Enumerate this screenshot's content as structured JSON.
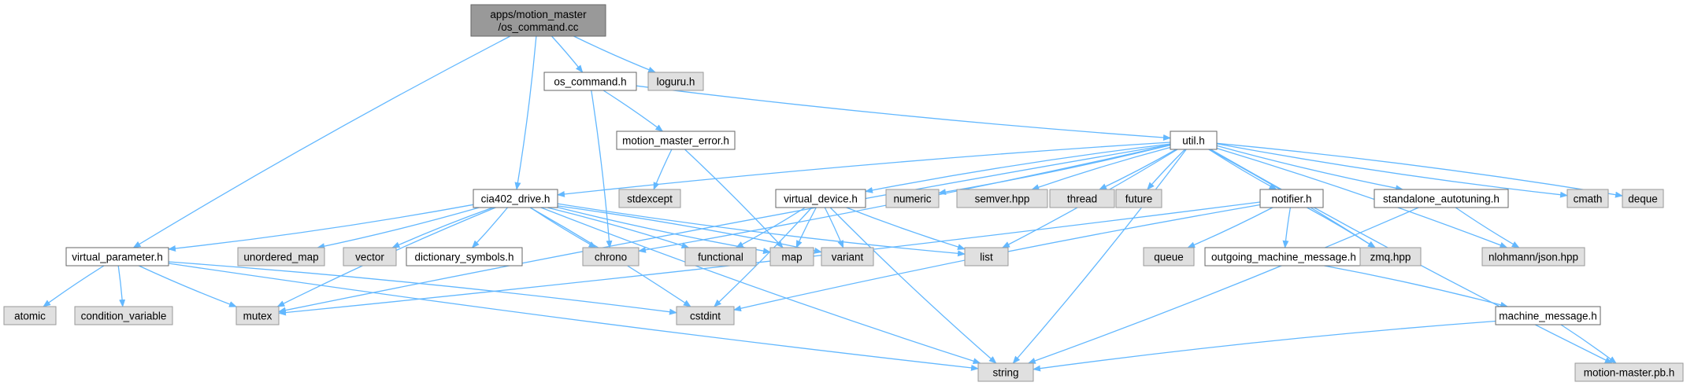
{
  "colors": {
    "edge": "#63b8ff",
    "root_fill": "#999999",
    "header_fill": "#ffffff",
    "system_fill": "#e0e0e0",
    "border": "#666666",
    "system_border": "#999999"
  },
  "nodes": [
    {
      "id": "root",
      "kind": "root",
      "lines": [
        "apps/motion_master",
        "/os_command.cc"
      ]
    },
    {
      "id": "os_command_h",
      "kind": "header",
      "lines": [
        "os_command.h"
      ]
    },
    {
      "id": "loguru_h",
      "kind": "system",
      "lines": [
        "loguru.h"
      ]
    },
    {
      "id": "motion_master_error_h",
      "kind": "header",
      "lines": [
        "motion_master_error.h"
      ]
    },
    {
      "id": "util_h",
      "kind": "header",
      "lines": [
        "util.h"
      ]
    },
    {
      "id": "cia402_drive_h",
      "kind": "header",
      "lines": [
        "cia402_drive.h"
      ]
    },
    {
      "id": "stdexcept",
      "kind": "system",
      "lines": [
        "stdexcept"
      ]
    },
    {
      "id": "virtual_device_h",
      "kind": "header",
      "lines": [
        "virtual_device.h"
      ]
    },
    {
      "id": "numeric",
      "kind": "system",
      "lines": [
        "numeric"
      ]
    },
    {
      "id": "semver_hpp",
      "kind": "system",
      "lines": [
        "semver.hpp"
      ]
    },
    {
      "id": "thread",
      "kind": "system",
      "lines": [
        "thread"
      ]
    },
    {
      "id": "future",
      "kind": "system",
      "lines": [
        "future"
      ]
    },
    {
      "id": "notifier_h",
      "kind": "header",
      "lines": [
        "notifier.h"
      ]
    },
    {
      "id": "standalone_autotuning_h",
      "kind": "header",
      "lines": [
        "standalone_autotuning.h"
      ]
    },
    {
      "id": "cmath",
      "kind": "system",
      "lines": [
        "cmath"
      ]
    },
    {
      "id": "deque",
      "kind": "system",
      "lines": [
        "deque"
      ]
    },
    {
      "id": "virtual_parameter_h",
      "kind": "header",
      "lines": [
        "virtual_parameter.h"
      ]
    },
    {
      "id": "unordered_map",
      "kind": "system",
      "lines": [
        "unordered_map"
      ]
    },
    {
      "id": "vector",
      "kind": "system",
      "lines": [
        "vector"
      ]
    },
    {
      "id": "dictionary_symbols_h",
      "kind": "header",
      "lines": [
        "dictionary_symbols.h"
      ]
    },
    {
      "id": "chrono",
      "kind": "system",
      "lines": [
        "chrono"
      ]
    },
    {
      "id": "functional",
      "kind": "system",
      "lines": [
        "functional"
      ]
    },
    {
      "id": "map",
      "kind": "system",
      "lines": [
        "map"
      ]
    },
    {
      "id": "variant",
      "kind": "system",
      "lines": [
        "variant"
      ]
    },
    {
      "id": "list",
      "kind": "system",
      "lines": [
        "list"
      ]
    },
    {
      "id": "queue",
      "kind": "system",
      "lines": [
        "queue"
      ]
    },
    {
      "id": "outgoing_machine_message_h",
      "kind": "header",
      "lines": [
        "outgoing_machine_message.h"
      ]
    },
    {
      "id": "zmq_hpp",
      "kind": "system",
      "lines": [
        "zmq.hpp"
      ]
    },
    {
      "id": "nlohmann_json_hpp",
      "kind": "system",
      "lines": [
        "nlohmann/json.hpp"
      ]
    },
    {
      "id": "atomic",
      "kind": "system",
      "lines": [
        "atomic"
      ]
    },
    {
      "id": "condition_variable",
      "kind": "system",
      "lines": [
        "condition_variable"
      ]
    },
    {
      "id": "mutex",
      "kind": "system",
      "lines": [
        "mutex"
      ]
    },
    {
      "id": "cstdint",
      "kind": "system",
      "lines": [
        "cstdint"
      ]
    },
    {
      "id": "machine_message_h",
      "kind": "header",
      "lines": [
        "machine_message.h"
      ]
    },
    {
      "id": "string",
      "kind": "system",
      "lines": [
        "string"
      ]
    },
    {
      "id": "motion_master_pb_h",
      "kind": "system",
      "lines": [
        "motion-master.pb.h"
      ]
    }
  ],
  "edges": [
    [
      "root",
      "os_command_h"
    ],
    [
      "root",
      "loguru_h"
    ],
    [
      "root",
      "cia402_drive_h"
    ],
    [
      "root",
      "virtual_parameter_h"
    ],
    [
      "os_command_h",
      "motion_master_error_h"
    ],
    [
      "os_command_h",
      "util_h"
    ],
    [
      "os_command_h",
      "chrono"
    ],
    [
      "motion_master_error_h",
      "stdexcept"
    ],
    [
      "motion_master_error_h",
      "map"
    ],
    [
      "util_h",
      "cia402_drive_h"
    ],
    [
      "util_h",
      "chrono"
    ],
    [
      "util_h",
      "virtual_device_h"
    ],
    [
      "util_h",
      "numeric"
    ],
    [
      "util_h",
      "semver_hpp"
    ],
    [
      "util_h",
      "thread"
    ],
    [
      "util_h",
      "future"
    ],
    [
      "util_h",
      "list"
    ],
    [
      "util_h",
      "mutex"
    ],
    [
      "util_h",
      "string"
    ],
    [
      "util_h",
      "notifier_h"
    ],
    [
      "util_h",
      "zmq_hpp"
    ],
    [
      "util_h",
      "standalone_autotuning_h"
    ],
    [
      "util_h",
      "nlohmann_json_hpp"
    ],
    [
      "util_h",
      "cmath"
    ],
    [
      "util_h",
      "deque"
    ],
    [
      "util_h",
      "motion_master_pb_h"
    ],
    [
      "cia402_drive_h",
      "virtual_parameter_h"
    ],
    [
      "cia402_drive_h",
      "mutex"
    ],
    [
      "cia402_drive_h",
      "unordered_map"
    ],
    [
      "cia402_drive_h",
      "vector"
    ],
    [
      "cia402_drive_h",
      "dictionary_symbols_h"
    ],
    [
      "cia402_drive_h",
      "chrono"
    ],
    [
      "cia402_drive_h",
      "functional"
    ],
    [
      "cia402_drive_h",
      "map"
    ],
    [
      "cia402_drive_h",
      "variant"
    ],
    [
      "cia402_drive_h",
      "list"
    ],
    [
      "cia402_drive_h",
      "cstdint"
    ],
    [
      "cia402_drive_h",
      "string"
    ],
    [
      "virtual_device_h",
      "functional"
    ],
    [
      "virtual_device_h",
      "map"
    ],
    [
      "virtual_device_h",
      "variant"
    ],
    [
      "virtual_device_h",
      "list"
    ],
    [
      "virtual_device_h",
      "cstdint"
    ],
    [
      "virtual_device_h",
      "string"
    ],
    [
      "notifier_h",
      "mutex"
    ],
    [
      "notifier_h",
      "cstdint"
    ],
    [
      "notifier_h",
      "queue"
    ],
    [
      "notifier_h",
      "outgoing_machine_message_h"
    ],
    [
      "notifier_h",
      "zmq_hpp"
    ],
    [
      "standalone_autotuning_h",
      "nlohmann_json_hpp"
    ],
    [
      "standalone_autotuning_h",
      "string"
    ],
    [
      "virtual_parameter_h",
      "atomic"
    ],
    [
      "virtual_parameter_h",
      "condition_variable"
    ],
    [
      "virtual_parameter_h",
      "mutex"
    ],
    [
      "virtual_parameter_h",
      "cstdint"
    ],
    [
      "virtual_parameter_h",
      "string"
    ],
    [
      "outgoing_machine_message_h",
      "machine_message_h"
    ],
    [
      "machine_message_h",
      "string"
    ],
    [
      "machine_message_h",
      "motion_master_pb_h"
    ]
  ]
}
